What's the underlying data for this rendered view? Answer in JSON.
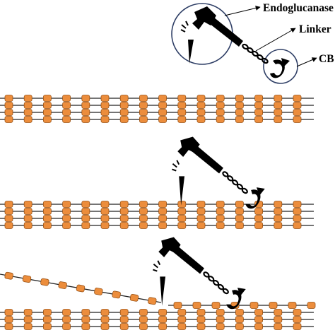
{
  "labels": {
    "endoglucanase": "Endoglucanase",
    "linker": "Linker",
    "cbm": "CB"
  },
  "colors": {
    "glucose_unit": "#ec8d3c",
    "glucose_outline": "#9a5418",
    "chain": "#222222",
    "enzyme": "#000000",
    "zoom_circle": "#2f3f66"
  },
  "icons": [
    "scissors-blade-icon",
    "catalytic-domain-icon",
    "cbm-hook-icon",
    "cut-spark-icon"
  ]
}
